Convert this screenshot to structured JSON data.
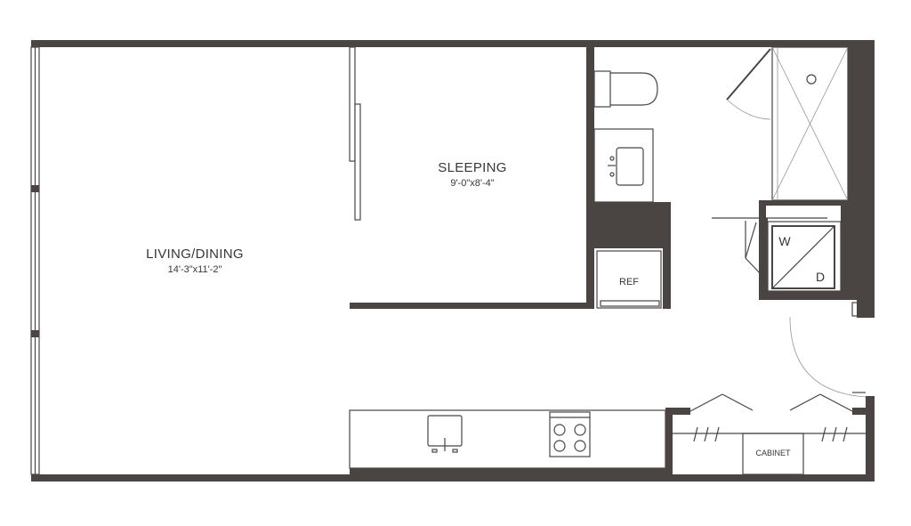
{
  "rooms": {
    "living_dining": {
      "name": "LIVING/DINING",
      "dimensions": "14'-3\"x11'-2\""
    },
    "sleeping": {
      "name": "SLEEPING",
      "dimensions": "9'-0\"x8'-4\""
    }
  },
  "fixtures": {
    "refrigerator": "REF",
    "cabinet": "CABINET",
    "washer": "W",
    "dryer": "D"
  },
  "colors": {
    "wall": "#4a4543",
    "background": "#ffffff"
  }
}
